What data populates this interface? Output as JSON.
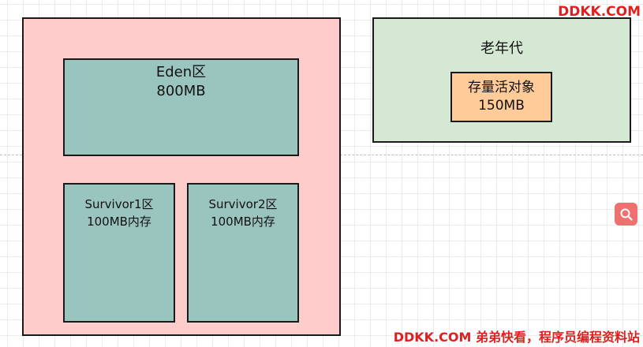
{
  "watermark": {
    "top": "DDKK.COM",
    "bottom": "DDKK.COM 弟弟快看，程序员编程资料站",
    "color": "#e02020"
  },
  "young_gen": {
    "color": "#ffcccc",
    "eden": {
      "name": "Eden区",
      "size": "800MB",
      "color": "#9ac5bf"
    },
    "survivor1": {
      "name": "Survivor1区",
      "size": "100MB内存"
    },
    "survivor2": {
      "name": "Survivor2区",
      "size": "100MB内存"
    }
  },
  "old_gen": {
    "title": "老年代",
    "color": "#d5e8d4",
    "objects": {
      "label": "存量活对象",
      "size": "150MB",
      "color": "#ffcc99"
    }
  },
  "search_button": {
    "icon": "search-icon",
    "color": "#f07070"
  }
}
